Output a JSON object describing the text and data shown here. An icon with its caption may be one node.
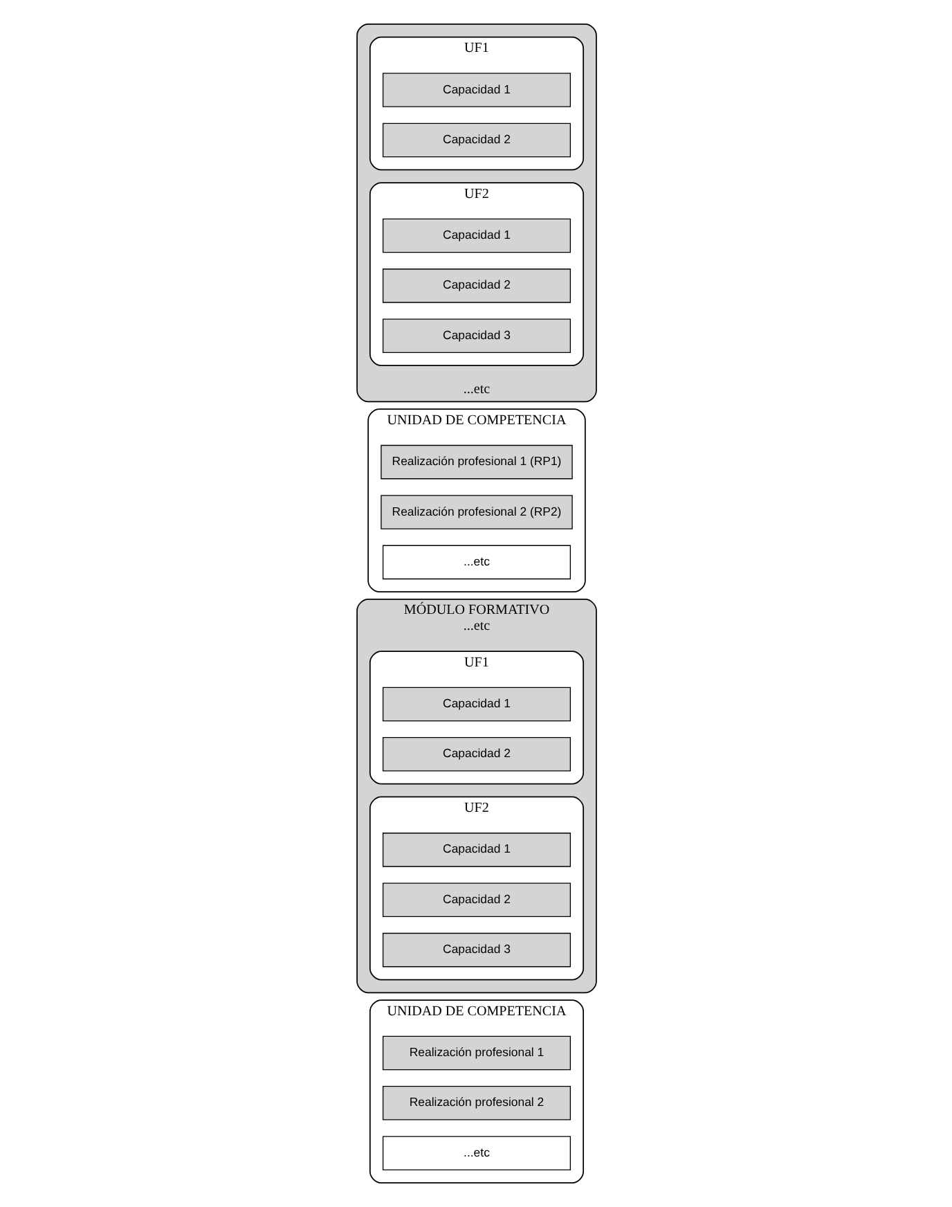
{
  "diagram": {
    "nodes": [
      {
        "text": [
          "UNIDAD DE COMPETENCIA"
        ]
      },
      {
        "text": [
          "Realización profesional 1"
        ],
        "in": 0
      },
      {
        "text": [
          "Realización profesional 2"
        ],
        "in": 0
      },
      {
        "text": [
          "...etc"
        ],
        "in": 0
      },
      {
        "text": [
          "MÓDULO FORMATIVO",
          "...etc"
        ]
      },
      {
        "text": [
          "UF1"
        ],
        "in": 4
      },
      {
        "text": [
          "Capacidad 1"
        ],
        "in": 5
      },
      {
        "text": [
          "Capacidad 2"
        ],
        "in": 5
      },
      {
        "text": [
          "UF2"
        ],
        "in": 4
      },
      {
        "text": [
          "Capacidad 1"
        ],
        "in": 8
      },
      {
        "text": [
          "Capacidad 2"
        ],
        "in": 8
      },
      {
        "text": [
          "Capacidad 3"
        ],
        "in": 8
      },
      {
        "text": [
          "UNIDAD DE COMPETENCIA"
        ]
      },
      {
        "text": [
          "Realización profesional 1 (RP1)"
        ],
        "in": 12
      },
      {
        "text": [
          "Realización profesional 2 (RP2)"
        ],
        "in": 12
      },
      {
        "text": [
          "...etc"
        ],
        "in": 12
      },
      {
        "text": [
          "...etc"
        ]
      },
      {
        "text": [
          "UF1"
        ],
        "in": 16
      },
      {
        "text": [
          "Capacidad 1"
        ],
        "in": 17
      },
      {
        "text": [
          "Capacidad 2"
        ],
        "in": 17
      },
      {
        "text": [
          "UF2"
        ],
        "in": 16
      },
      {
        "text": [
          "Capacidad 1"
        ],
        "in": 20
      },
      {
        "text": [
          "Capacidad 2"
        ],
        "in": 20
      },
      {
        "text": [
          "Capacidad 3"
        ],
        "in": 20
      }
    ],
    "edges": []
  }
}
